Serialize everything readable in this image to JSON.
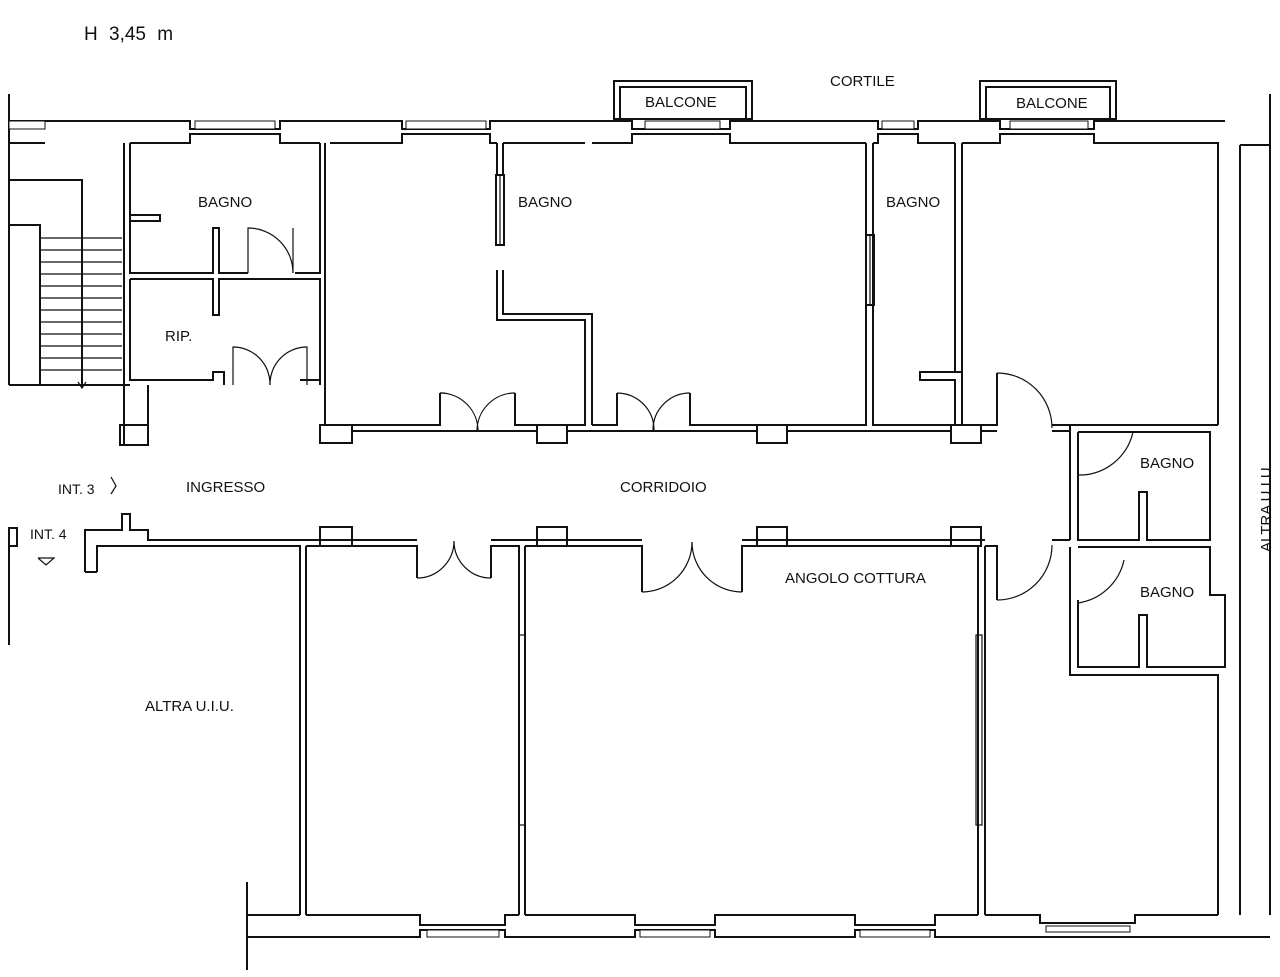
{
  "header": {
    "height_label": "H 3,45  m"
  },
  "rooms": {
    "cortile": "CORTILE",
    "balcone_1": "BALCONE",
    "balcone_2": "BALCONE",
    "bagno_1": "BAGNO",
    "bagno_2": "BAGNO",
    "bagno_3": "BAGNO",
    "bagno_4": "BAGNO",
    "bagno_5": "BAGNO",
    "ripostiglio": "RIP.",
    "ingresso": "INGRESSO",
    "corridoio": "CORRIDOIO",
    "angolo_cottura": "ANGOLO COTTURA",
    "altra_uiu_left": "ALTRA U.I.U.",
    "altra_uiu_right": "ALTRA U.I.U."
  },
  "entrances": {
    "int3": "INT. 3",
    "int4": "INT. 4"
  }
}
